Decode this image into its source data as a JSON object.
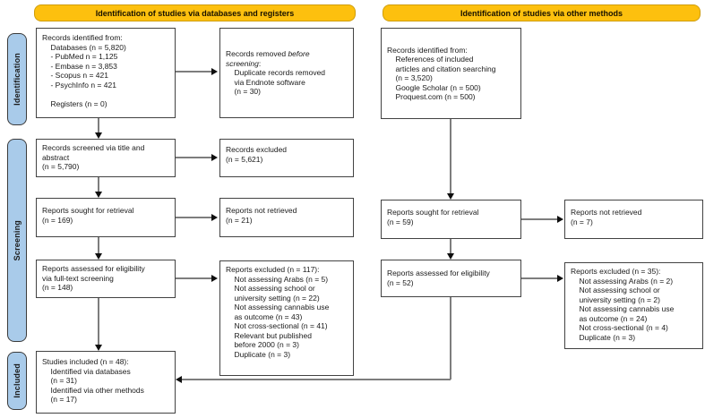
{
  "colors": {
    "banner": "#FDC00E",
    "sidebar_fill": "#A9CBEA",
    "box_border": "#424242",
    "connector": "#7d7d7d",
    "arrowhead": "#0f0f0f",
    "text": "#1a1a1a"
  },
  "banners": {
    "left": "Identification of studies via databases and registers",
    "right": "Identification of studies via other methods"
  },
  "sidebar": {
    "identification": "Identification",
    "screening": "Screening",
    "included": "Included"
  },
  "left_flow": {
    "records_identified": "Records identified from:\n    Databases (n = 5,820)\n    - PubMed n = 1,125\n    - Embase n = 3,853\n    - Scopus n = 421\n    - PsychInfo n = 421\n\n    Registers (n = 0)",
    "records_removed": {
      "prefix": "Records removed ",
      "italic": "before\nscreening",
      "suffix": ":",
      "body": "\n    Duplicate records removed\n    via Endnote software\n    (n = 30)"
    },
    "records_screened": "Records screened via title and\nabstract\n(n = 5,790)",
    "records_excluded": "Records excluded\n(n = 5,621)",
    "reports_sought": "Reports sought for retrieval\n(n = 169)",
    "reports_not_retrieved": "Reports not retrieved\n(n = 21)",
    "reports_assessed": "Reports assessed for eligibility\nvia full-text screening\n(n = 148)",
    "reports_excluded": "Reports excluded (n = 117):\n    Not assessing Arabs (n = 5)\n    Not assessing school or\n    university setting (n = 22)\n    Not assessing cannabis use\n    as outcome (n = 43)\n    Not cross-sectional (n = 41)\n    Relevant but published\n    before 2000 (n = 3)\n    Duplicate (n = 3)",
    "studies_included": "Studies included (n = 48):\n    Identified via databases\n    (n = 31)\n    Identified via other methods\n    (n = 17)"
  },
  "right_flow": {
    "records_identified": "Records identified from:\n    References of included\n    articles and citation searching\n    (n = 3,520)\n    Google Scholar (n = 500)\n    Proquest.com (n = 500)",
    "reports_sought": "Reports sought for retrieval\n(n = 59)",
    "reports_not_retrieved": "Reports not retrieved\n(n = 7)",
    "reports_assessed": "Reports assessed for eligibility\n(n = 52)",
    "reports_excluded": "Reports excluded (n = 35):\n    Not assessing Arabs (n = 2)\n    Not assessing school or\n    university setting (n = 2)\n    Not assessing cannabis use\n    as outcome (n = 24)\n    Not cross-sectional (n = 4)\n    Duplicate (n = 3)"
  }
}
